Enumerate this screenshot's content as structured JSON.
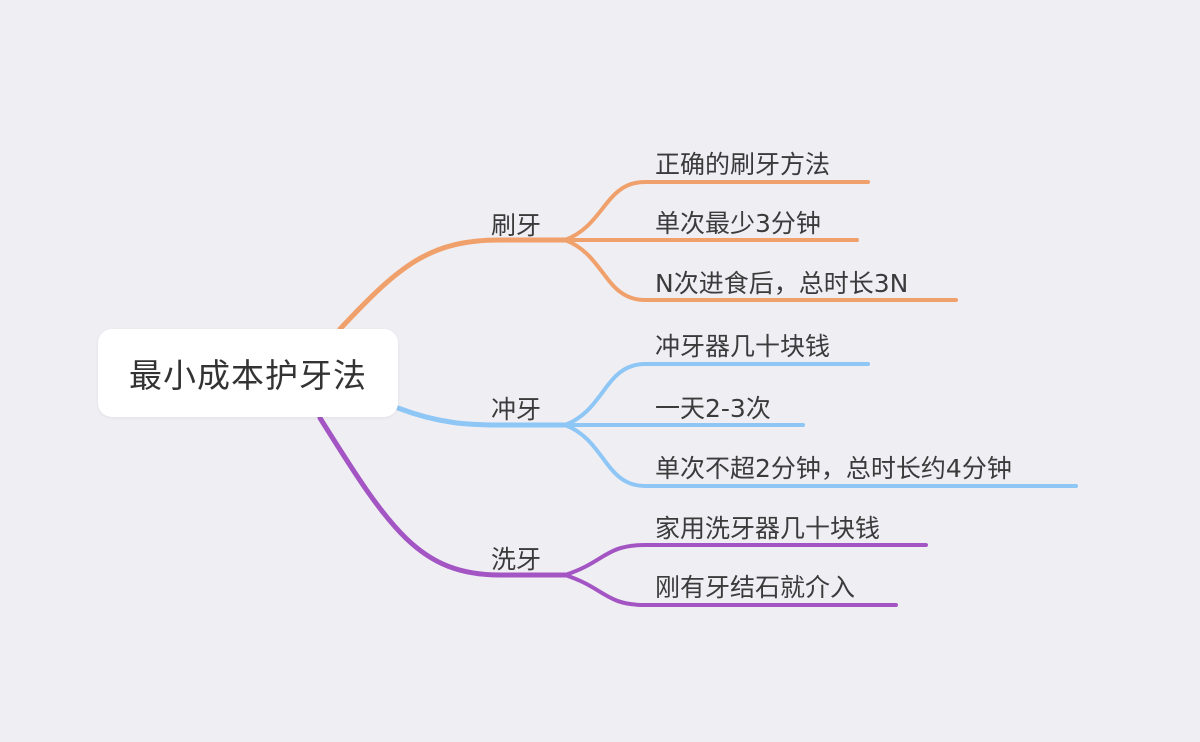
{
  "root": {
    "label": "最小成本护牙法"
  },
  "branches": [
    {
      "label": "刷牙",
      "color": "#f0a06a",
      "children": [
        "正确的刷牙方法",
        "单次最少3分钟",
        "N次进食后，总时长3N"
      ]
    },
    {
      "label": "冲牙",
      "color": "#8ec6f5",
      "children": [
        "冲牙器几十块钱",
        "一天2-3次",
        "单次不超2分钟，总时长约4分钟"
      ]
    },
    {
      "label": "洗牙",
      "color": "#a455c4",
      "children": [
        "家用洗牙器几十块钱",
        "刚有牙结石就介入"
      ]
    }
  ]
}
